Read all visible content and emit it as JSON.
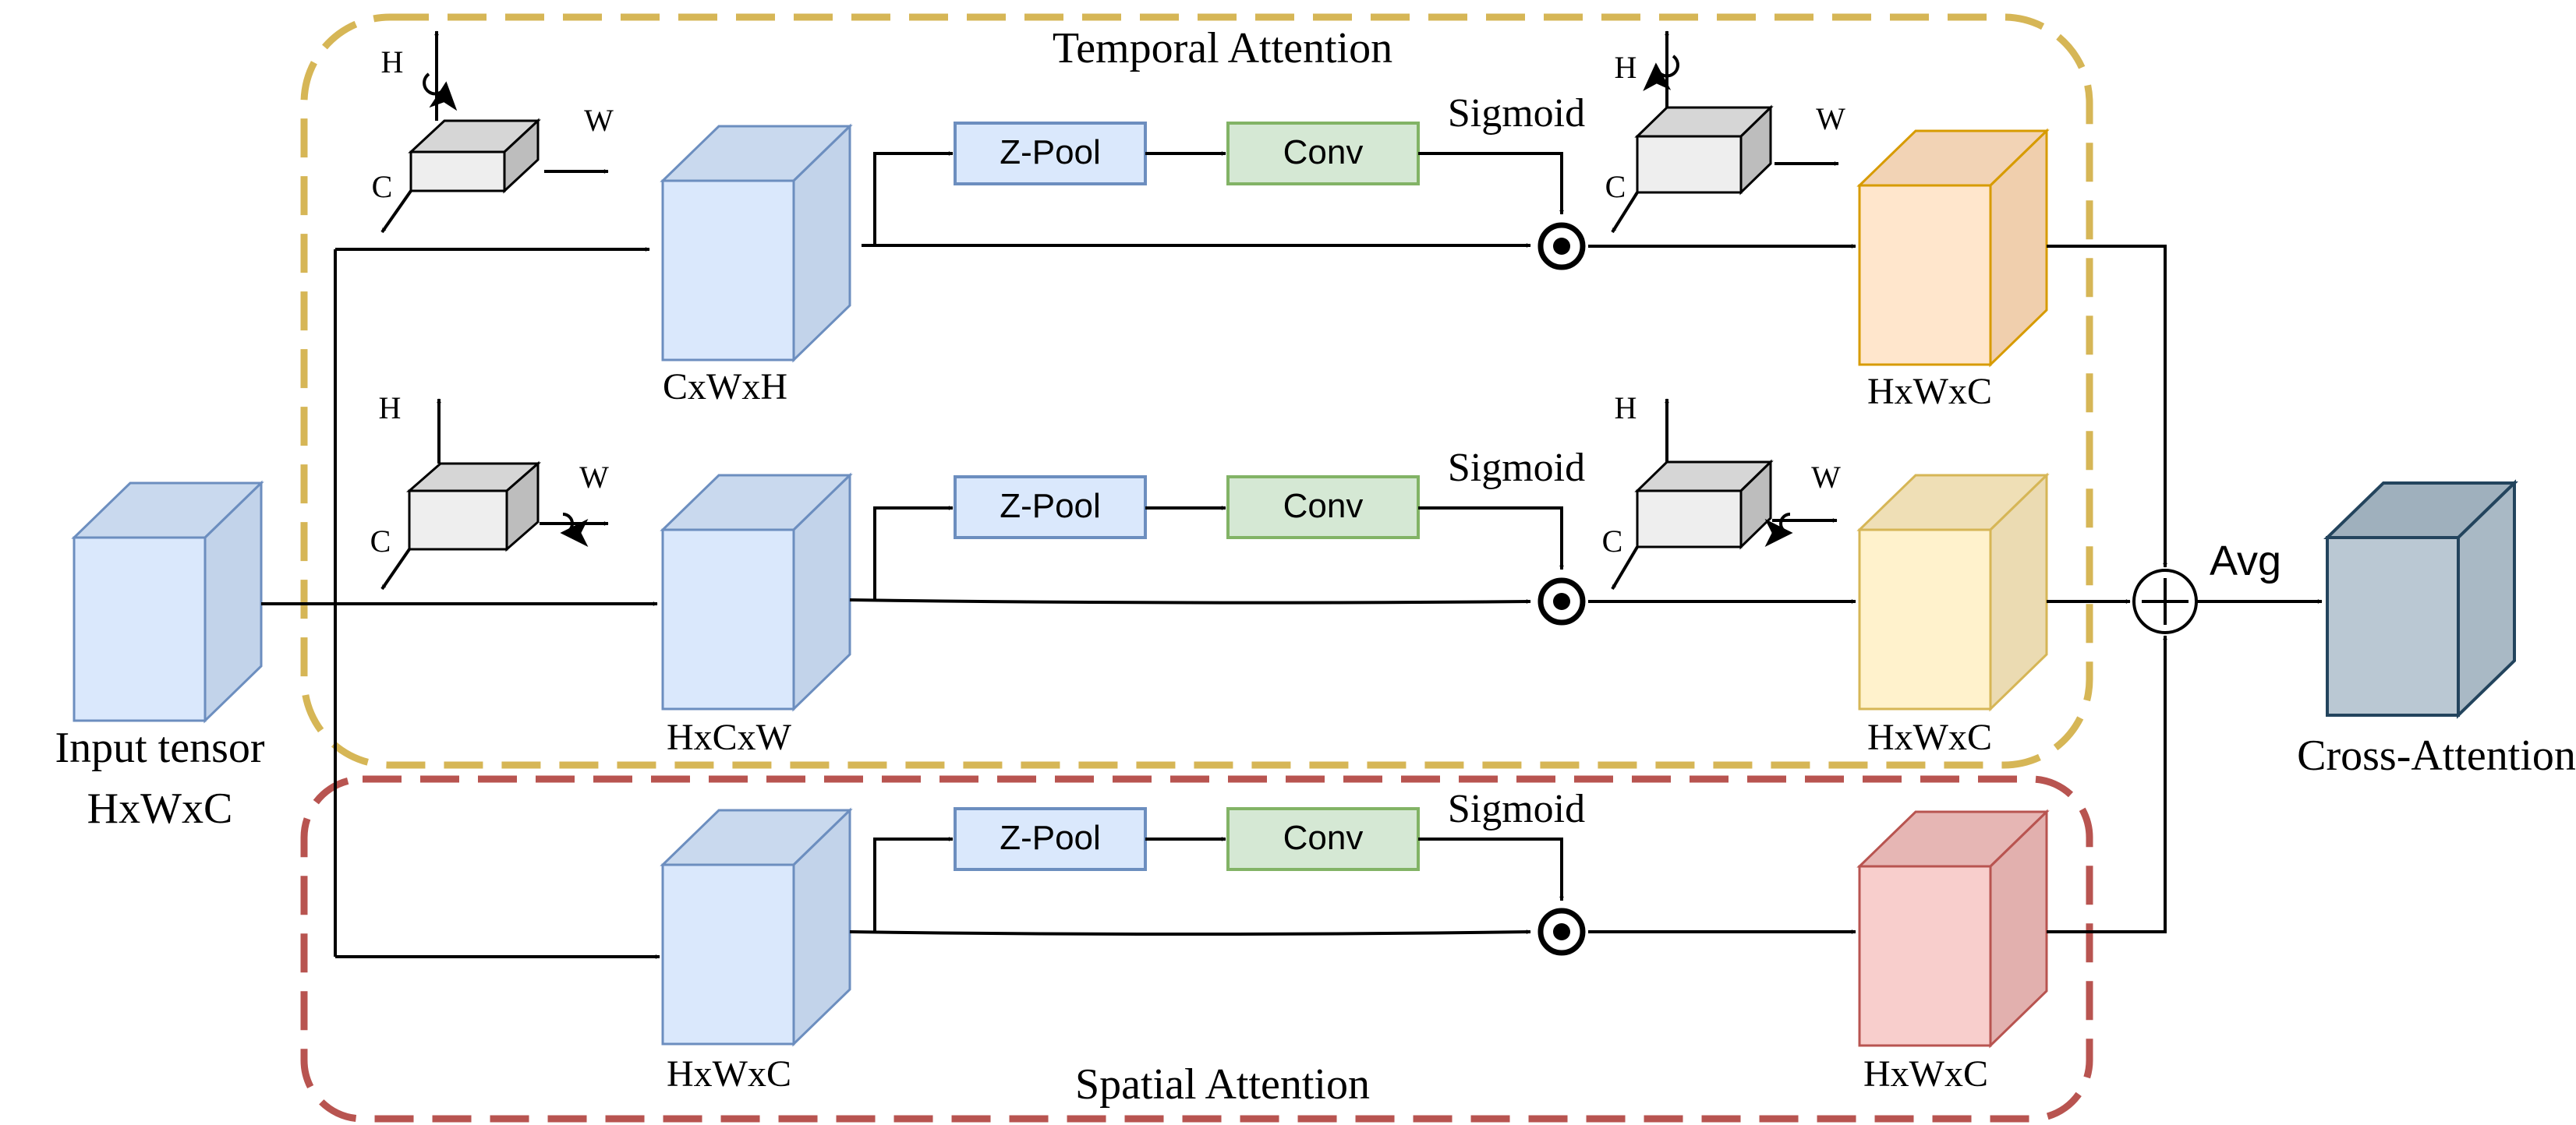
{
  "groups": {
    "temporal_title": "Temporal Attention",
    "spatial_title": "Spatial Attention",
    "temporal_color": "#d6b656",
    "spatial_color": "#b85450"
  },
  "input": {
    "line1": "Input tensor",
    "line2": "HxWxC"
  },
  "output": {
    "label": "Cross-Attention"
  },
  "avg_label": "Avg",
  "branches": [
    {
      "permute_label": "CxWxH",
      "zpool": "Z-Pool",
      "conv": "Conv",
      "sigmoid": "Sigmoid",
      "out_label": "HxWxC",
      "axes_in": {
        "h": "H",
        "w": "W",
        "c": "C"
      },
      "axes_out": {
        "h": "H",
        "w": "W",
        "c": "C"
      }
    },
    {
      "permute_label": "HxCxW",
      "zpool": "Z-Pool",
      "conv": "Conv",
      "sigmoid": "Sigmoid",
      "out_label": "HxWxC",
      "axes_in": {
        "h": "H",
        "w": "W",
        "c": "C"
      },
      "axes_out": {
        "h": "H",
        "w": "W",
        "c": "C"
      }
    },
    {
      "permute_label": "HxWxC",
      "zpool": "Z-Pool",
      "conv": "Conv",
      "sigmoid": "Sigmoid",
      "out_label": "HxWxC"
    }
  ],
  "colors": {
    "blue_fill": "#dae8fc",
    "blue_stroke": "#6c8ebf",
    "green_fill": "#d5e8d4",
    "green_stroke": "#82b366",
    "orange_fill": "#ffe6cc",
    "orange_stroke": "#d79b00",
    "yellow_fill": "#fff2cc",
    "yellow_stroke": "#d6b656",
    "red_fill": "#f8cecc",
    "red_stroke": "#b85450",
    "gray_fill": "#eeeeee",
    "output_fill": "#bac8d3",
    "output_stroke": "#23445d"
  }
}
